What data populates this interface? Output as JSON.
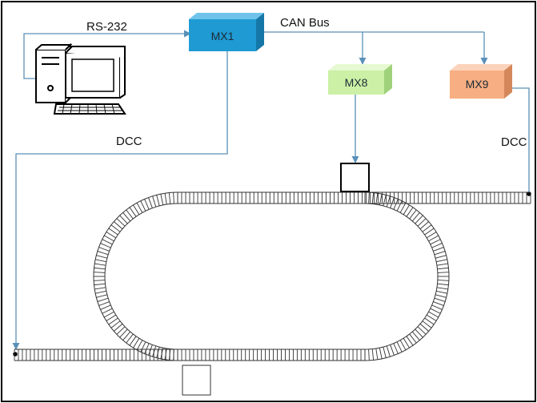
{
  "labels": {
    "rs232": "RS-232",
    "can_bus": "CAN Bus",
    "dcc_left": "DCC",
    "dcc_right": "DCC"
  },
  "devices": {
    "mx1": {
      "label": "MX1",
      "colors": {
        "front": "#1f9ad3",
        "top": "#6fc3ea",
        "side": "#1577a7"
      }
    },
    "mx8": {
      "label": "MX8",
      "colors": {
        "front": "#ccf0a6",
        "top": "#e6f9d2",
        "side": "#9fd27a"
      }
    },
    "mx9": {
      "label": "MX9",
      "colors": {
        "front": "#f6ae82",
        "top": "#fbd3bb",
        "side": "#d4875a"
      }
    }
  },
  "colors": {
    "wire": "#5a90b8",
    "track": "#333333",
    "frame": "#000000"
  }
}
